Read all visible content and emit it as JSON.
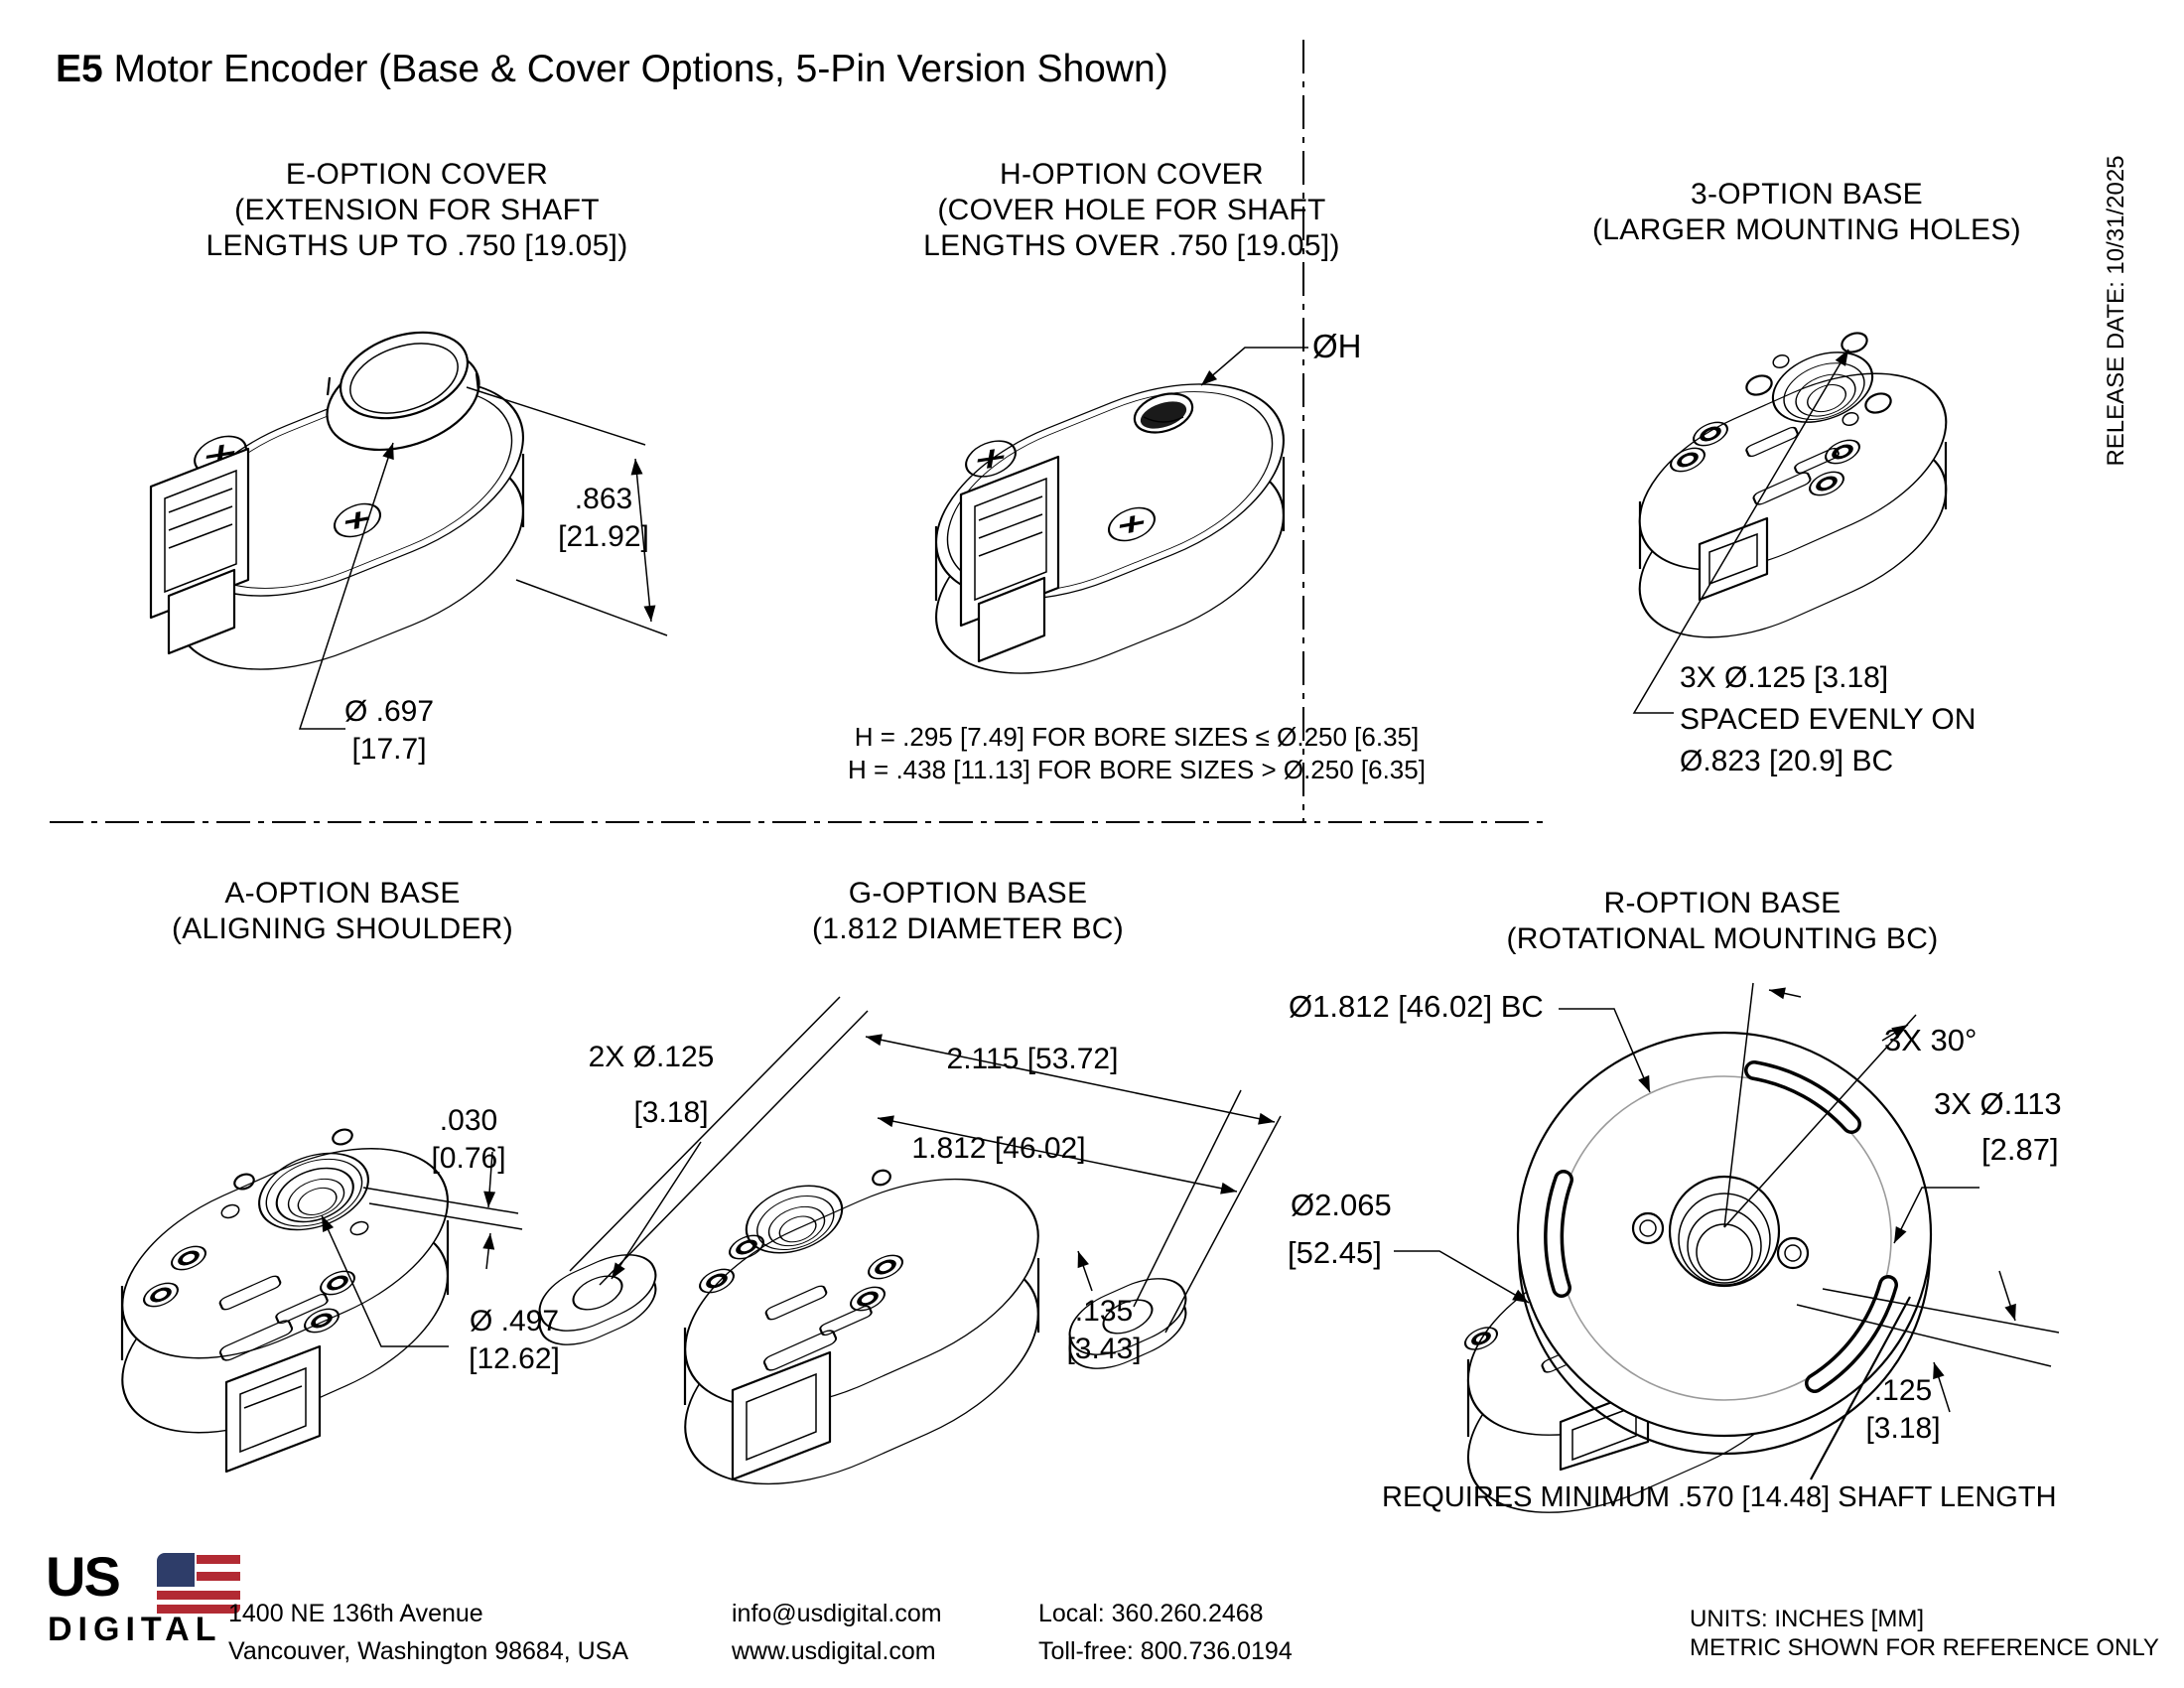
{
  "page": {
    "title_model": "E5",
    "title_rest": " Motor Encoder (Base & Cover Options, 5-Pin Version Shown)",
    "release_date": "RELEASE DATE: 10/31/2025"
  },
  "sections": {
    "e_cover": {
      "title1": "E-OPTION COVER",
      "title2": "(EXTENSION FOR SHAFT",
      "title3": "LENGTHS UP TO .750 [19.05])",
      "height_in": ".863",
      "height_mm": "[21.92]",
      "dia_in": "Ø .697",
      "dia_mm": "[17.7]"
    },
    "h_cover": {
      "title1": "H-OPTION COVER",
      "title2": "(COVER HOLE FOR SHAFT",
      "title3": "LENGTHS OVER .750 [19.05])",
      "dia_h": "ØH",
      "note1": "H = .295 [7.49] FOR BORE SIZES ≤ Ø.250 [6.35]",
      "note2": "H = .438 [11.13] FOR BORE SIZES > Ø.250 [6.35]"
    },
    "base_3": {
      "title1": "3-OPTION BASE",
      "title2": "(LARGER MOUNTING HOLES)",
      "callout1": "3X Ø.125 [3.18]",
      "callout2": "SPACED EVENLY ON",
      "callout3": "Ø.823 [20.9] BC"
    },
    "base_a": {
      "title1": "A-OPTION BASE",
      "title2": "(ALIGNING SHOULDER)",
      "shoulder_in": ".030",
      "shoulder_mm": "[0.76]",
      "dia_in": "Ø .497",
      "dia_mm": "[12.62]"
    },
    "base_g": {
      "title1": "G-OPTION BASE",
      "title2": "(1.812 DIAMETER BC)",
      "holes_l1": "2X Ø.125",
      "holes_l2": "[3.18]",
      "overall": "2.115 [53.72]",
      "bc": "1.812 [46.02]",
      "tab_in": ".135",
      "tab_mm": "[3.43]"
    },
    "base_r": {
      "title1": "R-OPTION BASE",
      "title2": "(ROTATIONAL MOUNTING BC)",
      "bc": "Ø1.812 [46.02] BC",
      "angle": "3X 30°",
      "holes_l1": "3X Ø.113",
      "holes_l2": "[2.87]",
      "od_l1": "Ø2.065",
      "od_l2": "[52.45]",
      "thk_in": ".125",
      "thk_mm": "[3.18]",
      "note": "REQUIRES MINIMUM .570 [14.48] SHAFT LENGTH"
    }
  },
  "footer": {
    "logo_us": "US",
    "logo_digital": "DIGITAL",
    "address1": "1400 NE 136th Avenue",
    "address2": "Vancouver, Washington 98684, USA",
    "email": "info@usdigital.com",
    "website": "www.usdigital.com",
    "phone_local": "Local: 360.260.2468",
    "phone_tollfree": "Toll-free: 800.736.0194",
    "units1": "UNITS: INCHES [MM]",
    "units2": "METRIC SHOWN FOR REFERENCE ONLY",
    "flag_blue": "#2e3d69",
    "flag_red": "#b22a33"
  }
}
